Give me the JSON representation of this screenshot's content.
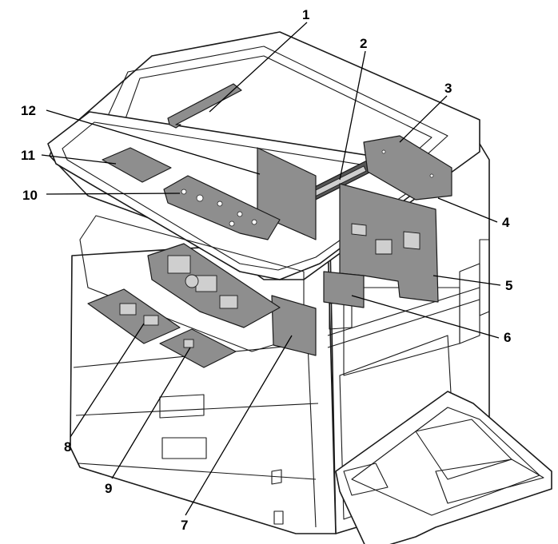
{
  "callouts": [
    {
      "id": "1",
      "label": "1"
    },
    {
      "id": "2",
      "label": "2"
    },
    {
      "id": "3",
      "label": "3"
    },
    {
      "id": "4",
      "label": "4"
    },
    {
      "id": "5",
      "label": "5"
    },
    {
      "id": "6",
      "label": "6"
    },
    {
      "id": "7",
      "label": "7"
    },
    {
      "id": "8",
      "label": "8"
    },
    {
      "id": "9",
      "label": "9"
    },
    {
      "id": "10",
      "label": "10"
    },
    {
      "id": "11",
      "label": "11"
    },
    {
      "id": "12",
      "label": "12"
    }
  ],
  "colors": {
    "board_fill": "#8e8e8e",
    "outline": "#1a1a1a",
    "background": "#ffffff"
  }
}
